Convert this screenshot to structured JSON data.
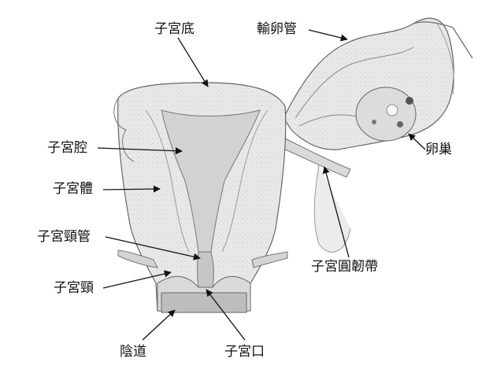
{
  "labels": {
    "fundus": "子宮底",
    "fallopian_tube": "輸卵管",
    "ovary": "卵巢",
    "uterine_cavity": "子宮腔",
    "uterine_body": "子宮體",
    "cervical_canal": "子宮頸管",
    "cervix": "子宮頸",
    "round_ligament": "子宮圓韌帶",
    "vagina": "陰道",
    "external_os": "子宮口"
  },
  "colors": {
    "text": "#111111",
    "outline": "#555555",
    "tissue": "#e6e6e6",
    "tissue_dark": "#c8c8c8",
    "cavity": "#d4d4d4"
  }
}
